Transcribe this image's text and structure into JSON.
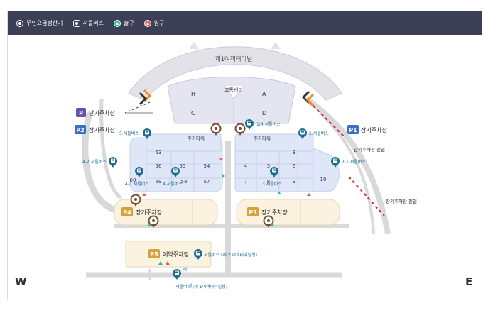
{
  "legend": {
    "items": [
      {
        "label": "무인요금정산기",
        "icon": "kiosk-icon"
      },
      {
        "label": "셔틀버스",
        "icon": "bus-icon"
      },
      {
        "label": "출구",
        "icon": "exit-icon",
        "color": "#2bb7a6"
      },
      {
        "label": "입구",
        "icon": "entry-icon",
        "color": "#e0615a"
      }
    ]
  },
  "map": {
    "terminal_label": "제1여객터미널",
    "transport_center": "교통센터",
    "gates": [
      "H",
      "A",
      "C",
      "D"
    ],
    "tower_left": "주차타워",
    "tower_right": "주차타워",
    "lots_left": [
      "53",
      "56",
      "55",
      "54",
      "60",
      "59",
      "58",
      "57"
    ],
    "lots_right": [
      "3",
      "4",
      "5",
      "6",
      "7",
      "8",
      "9",
      "10"
    ],
    "parking": {
      "p_short_badge": "P",
      "p_short_label": "단기주차장",
      "p2_badge": "P2",
      "p2_label": "장기주차장",
      "p1_badge": "P1",
      "p1_label": "장기주차장",
      "p4_badge": "P4",
      "p4_label": "장기주차장",
      "p3_badge": "P3",
      "p3_label": "장기주차장",
      "p5_badge": "P5",
      "p5_label": "예약주차장"
    },
    "bus_stops": [
      "5.셔틀버스",
      "1/4.셔틀버스",
      "2.셔틀버스",
      "4-2.셔틀버스",
      "4-1.셔틀버스",
      "4.셔틀버스",
      "3.셔틀버스",
      "2-1.셔틀버스",
      "셔틀버스 (제 2 여객터미널행)",
      "셔틀버스 (제 1여객터미널행)"
    ],
    "road_labels": [
      "단기주차장 진입",
      "장기주차장 진입"
    ],
    "compass_w": "W",
    "compass_e": "E"
  },
  "colors": {
    "header_bg": "#3c3f55",
    "terminal_fill": "#e5e5f1",
    "parking_fill": "#dfe6f7",
    "long_term_fill": "#fbf3df",
    "badge_blue": "#3b6fc4",
    "badge_purple": "#6a4fb0",
    "badge_gold": "#d8a23b",
    "marker_brown": "#7a4a2e",
    "exit_teal": "#2bb7a6",
    "entry_red": "#e0615a"
  }
}
